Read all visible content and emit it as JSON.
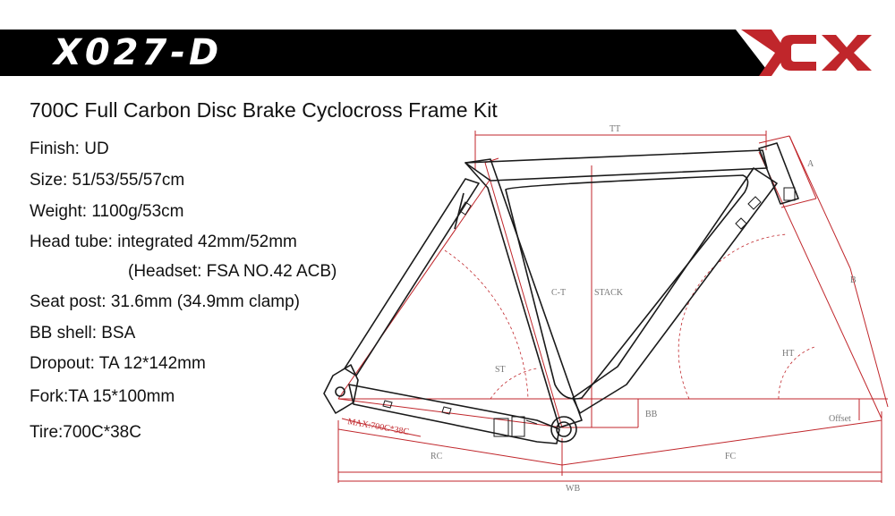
{
  "banner": {
    "model": "X027-D",
    "logo": "CX",
    "bar_color": "#000000",
    "accent_color": "#c0262b"
  },
  "subtitle": "700C Full Carbon Disc Brake Cyclocross Frame Kit",
  "specs": {
    "finish": "Finish: UD",
    "size": "Size: 51/53/55/57cm",
    "weight": "Weight: 1100g/53cm",
    "head_tube": "Head tube: integrated 42mm/52mm",
    "headset": "(Headset: FSA NO.42 ACB)",
    "seat_post": "Seat post: 31.6mm (34.9mm clamp)",
    "bb_shell": "BB shell: BSA",
    "dropout": "Dropout: TA 12*142mm",
    "fork": "Fork:TA 15*100mm",
    "tire": "Tire:700C*38C"
  },
  "diagram": {
    "labels": {
      "tt": "TT",
      "a": "A",
      "b": "B",
      "ct": "C-T",
      "stack": "STACK",
      "st": "ST",
      "ht": "HT",
      "bb": "BB",
      "offset": "Offset",
      "max_tire": "MAX:700C*38C",
      "rc": "RC",
      "fc": "FC",
      "wb": "WB"
    },
    "line_color": "#1a1a1a",
    "dim_color": "#c0262b"
  }
}
